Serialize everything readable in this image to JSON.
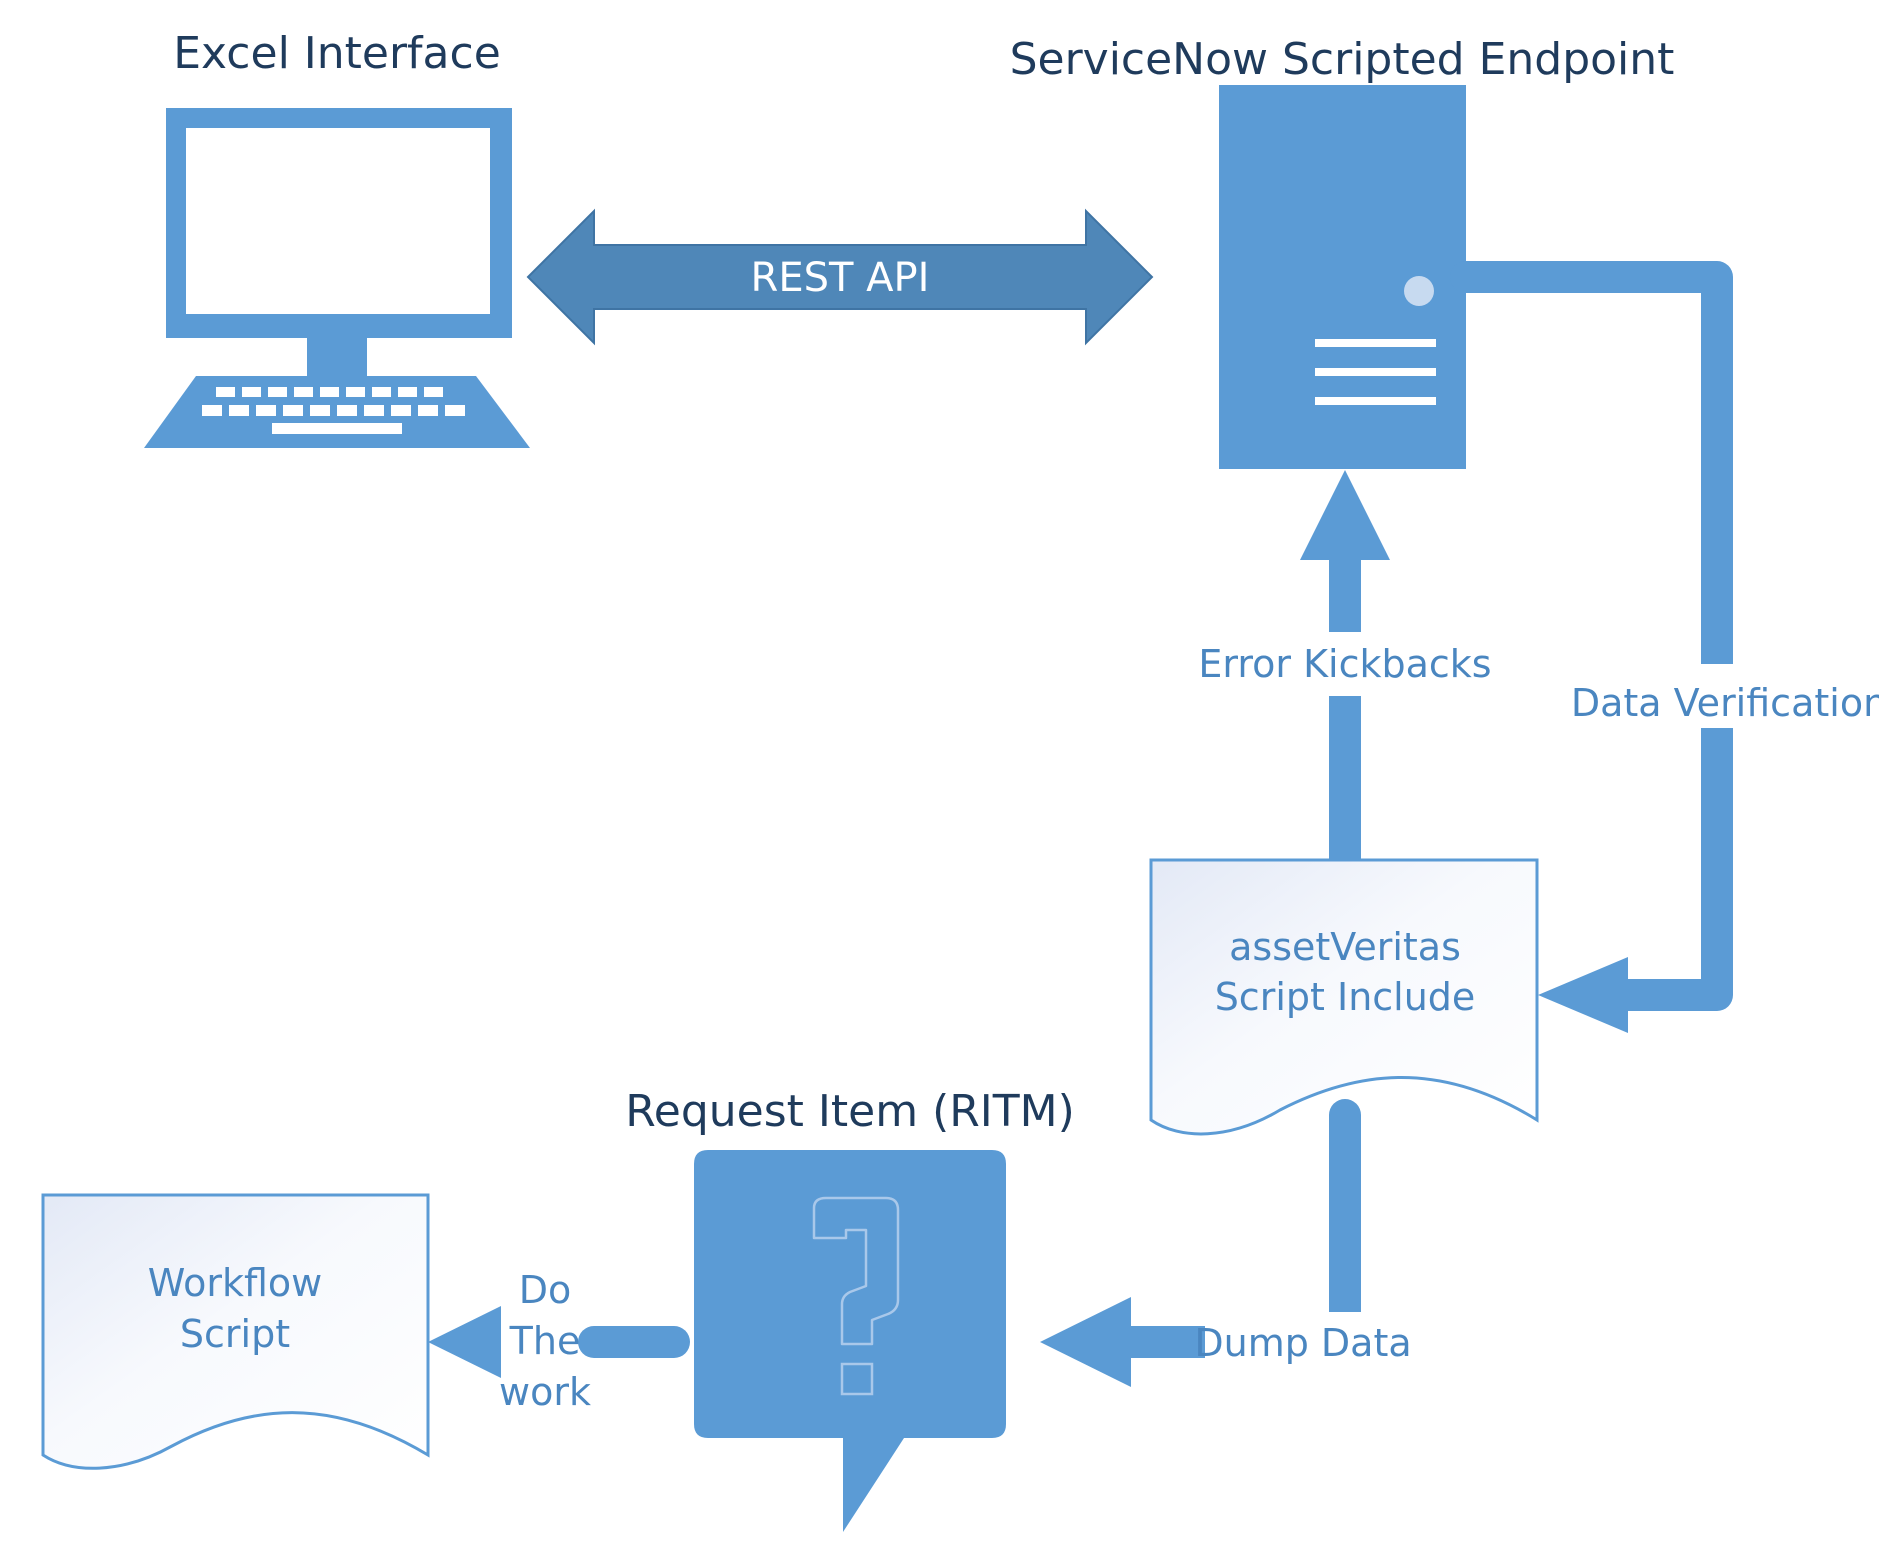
{
  "nodes": {
    "excel": {
      "title": "Excel Interface"
    },
    "servicenow": {
      "title": "ServiceNow Scripted Endpoint"
    },
    "asset_veritas": {
      "line1": "assetVeritas",
      "line2": "Script Include"
    },
    "ritm": {
      "title": "Request Item (RITM)"
    },
    "workflow": {
      "line1": "Workflow",
      "line2": "Script"
    }
  },
  "edges": {
    "rest_api": {
      "label": "REST API"
    },
    "error_kickbacks": {
      "label": "Error Kickbacks"
    },
    "data_verification": {
      "label": "Data Verification"
    },
    "dump_data": {
      "label": "Dump Data"
    },
    "do_the_work": {
      "line1": "Do",
      "line2": "The",
      "line3": "work"
    }
  },
  "colors": {
    "primary": "#5b9bd5",
    "dark_arrow": "#4f87b8",
    "title_text": "#1f3b5c",
    "label_text": "#4a86c0",
    "doc_stroke": "#5b9bd5"
  },
  "icons": {
    "excel": "computer-monitor-icon",
    "servicenow": "server-tower-icon",
    "ritm": "question-speech-bubble-icon"
  }
}
